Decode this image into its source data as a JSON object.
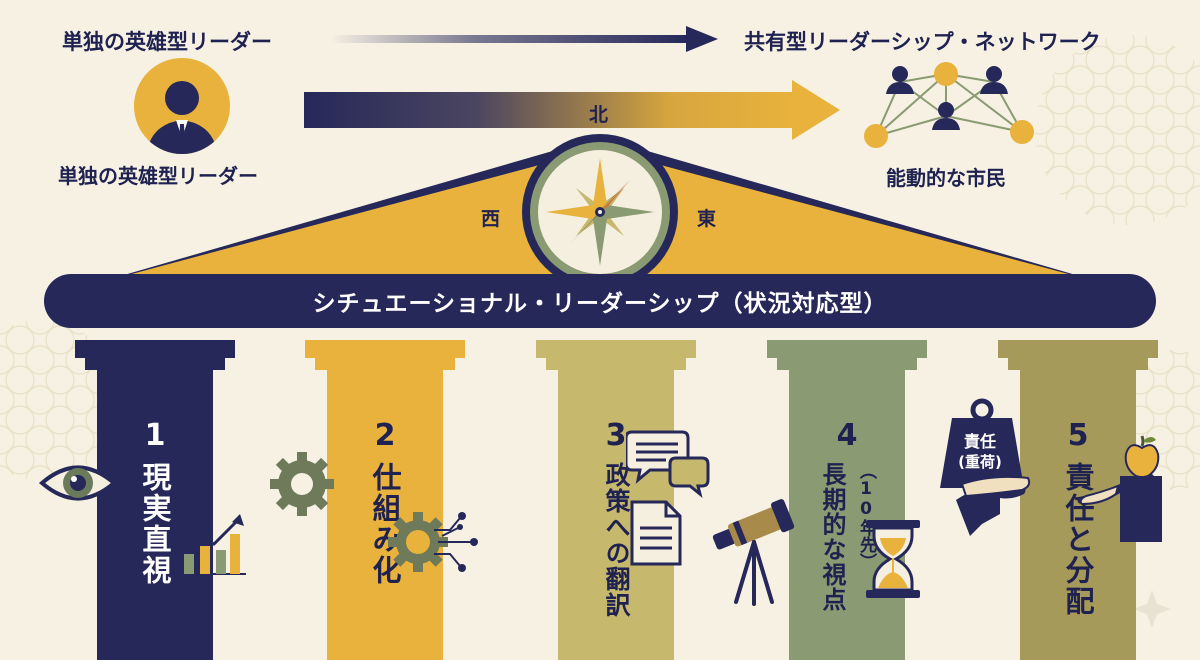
{
  "header": {
    "left_label": "単独の英雄型リーダー",
    "right_label": "共有型リーダーシップ・ネットワーク",
    "person_caption": "単独の英雄型リーダー",
    "network_caption": "能動的な市民"
  },
  "compass": {
    "north": "北",
    "west": "西",
    "east": "東"
  },
  "banner": "シチュエーショナル・リーダーシップ（状況対応型）",
  "pillars": [
    {
      "number": "1",
      "text": "現実直視"
    },
    {
      "number": "2",
      "text": "仕組み化"
    },
    {
      "number": "3",
      "text": "政策への翻訳"
    },
    {
      "number": "4",
      "text": "長期的な視点",
      "sub": "（10年先）"
    },
    {
      "number": "5",
      "text": "責任と分配"
    }
  ],
  "weight_label": {
    "line1": "責任",
    "line2": "(重荷)"
  },
  "colors": {
    "navy": "#262859",
    "gold": "#e8b23c",
    "khaki": "#c6b86c",
    "sage": "#8a9a72",
    "olive": "#a59a5a",
    "background": "#f6f1e3"
  },
  "icons": [
    "person-icon",
    "network-icon",
    "compass-icon",
    "eye-icon",
    "chart-icon",
    "gear-icon",
    "chat-icon",
    "document-icon",
    "telescope-icon",
    "hourglass-icon",
    "weight-icon",
    "apple-icon",
    "hand-icon"
  ]
}
